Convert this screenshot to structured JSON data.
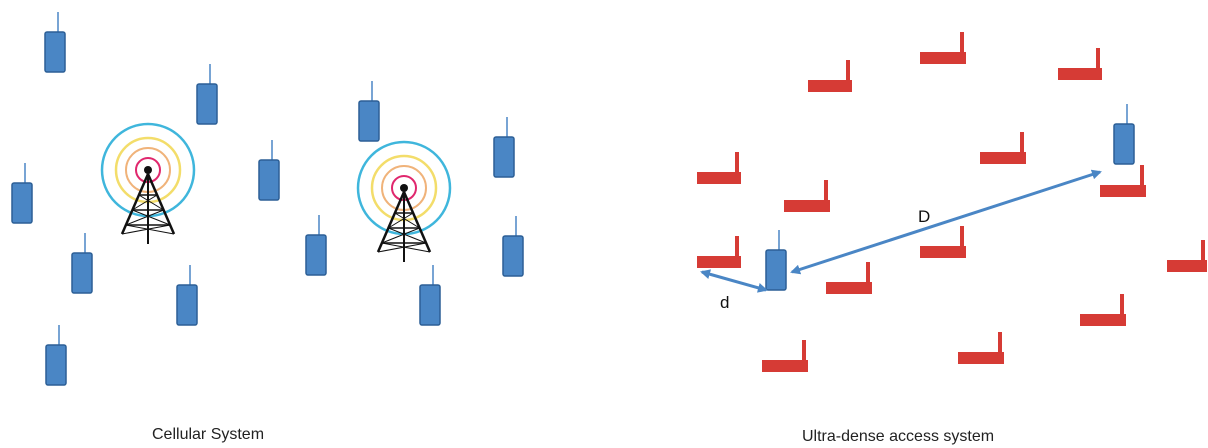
{
  "left_panel": {
    "caption": "Cellular System"
  },
  "right_panel": {
    "caption": "Ultra-dense access system"
  },
  "labels": {
    "small_distance": "d",
    "large_distance": "D"
  },
  "colors": {
    "device_fill": "#4a86c5",
    "device_stroke": "#2c5f96",
    "access_point": "#d63b35",
    "arrow": "#4a86c5",
    "ring_colors": [
      "#e0276d",
      "#f0b37a",
      "#f3dd6a",
      "#3fb6dc"
    ]
  },
  "icons": [
    "mobile-device-icon",
    "cell-tower-icon",
    "access-point-icon",
    "double-arrow-icon"
  ]
}
